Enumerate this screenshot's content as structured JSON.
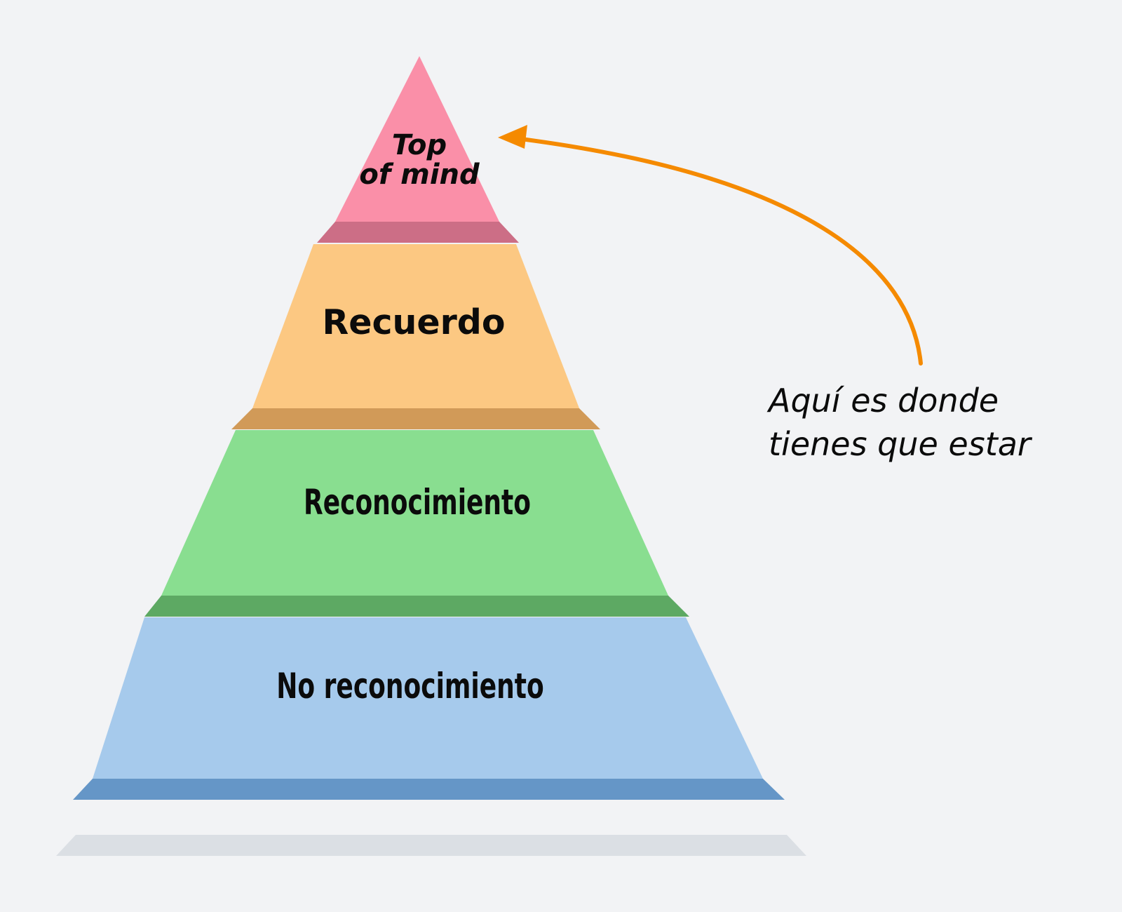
{
  "diagram": {
    "kind": "brand-awareness-pyramid",
    "background_color": "#f2f3f5",
    "base_plate_color": "#dbdfe4",
    "levels": [
      {
        "id": "top-of-mind",
        "label": "Top\nof mind",
        "face_color": "#fa8fa8",
        "side_color": "#cc6e86",
        "italic": true,
        "rank": 1
      },
      {
        "id": "recuerdo",
        "label": "Recuerdo",
        "face_color": "#fcc882",
        "side_color": "#d19a58",
        "italic": false,
        "rank": 2
      },
      {
        "id": "reconocimiento",
        "label": "Reconocimiento",
        "face_color": "#89de90",
        "side_color": "#5da963",
        "italic": false,
        "rank": 3
      },
      {
        "id": "no-reconocimiento",
        "label": "No reconocimiento",
        "face_color": "#a6caec",
        "side_color": "#6596c7",
        "italic": false,
        "rank": 4
      }
    ]
  },
  "annotation": {
    "text": "Aquí es donde\ntienes que estar",
    "arrow_color": "#f58a00",
    "points_to": "top-of-mind"
  }
}
